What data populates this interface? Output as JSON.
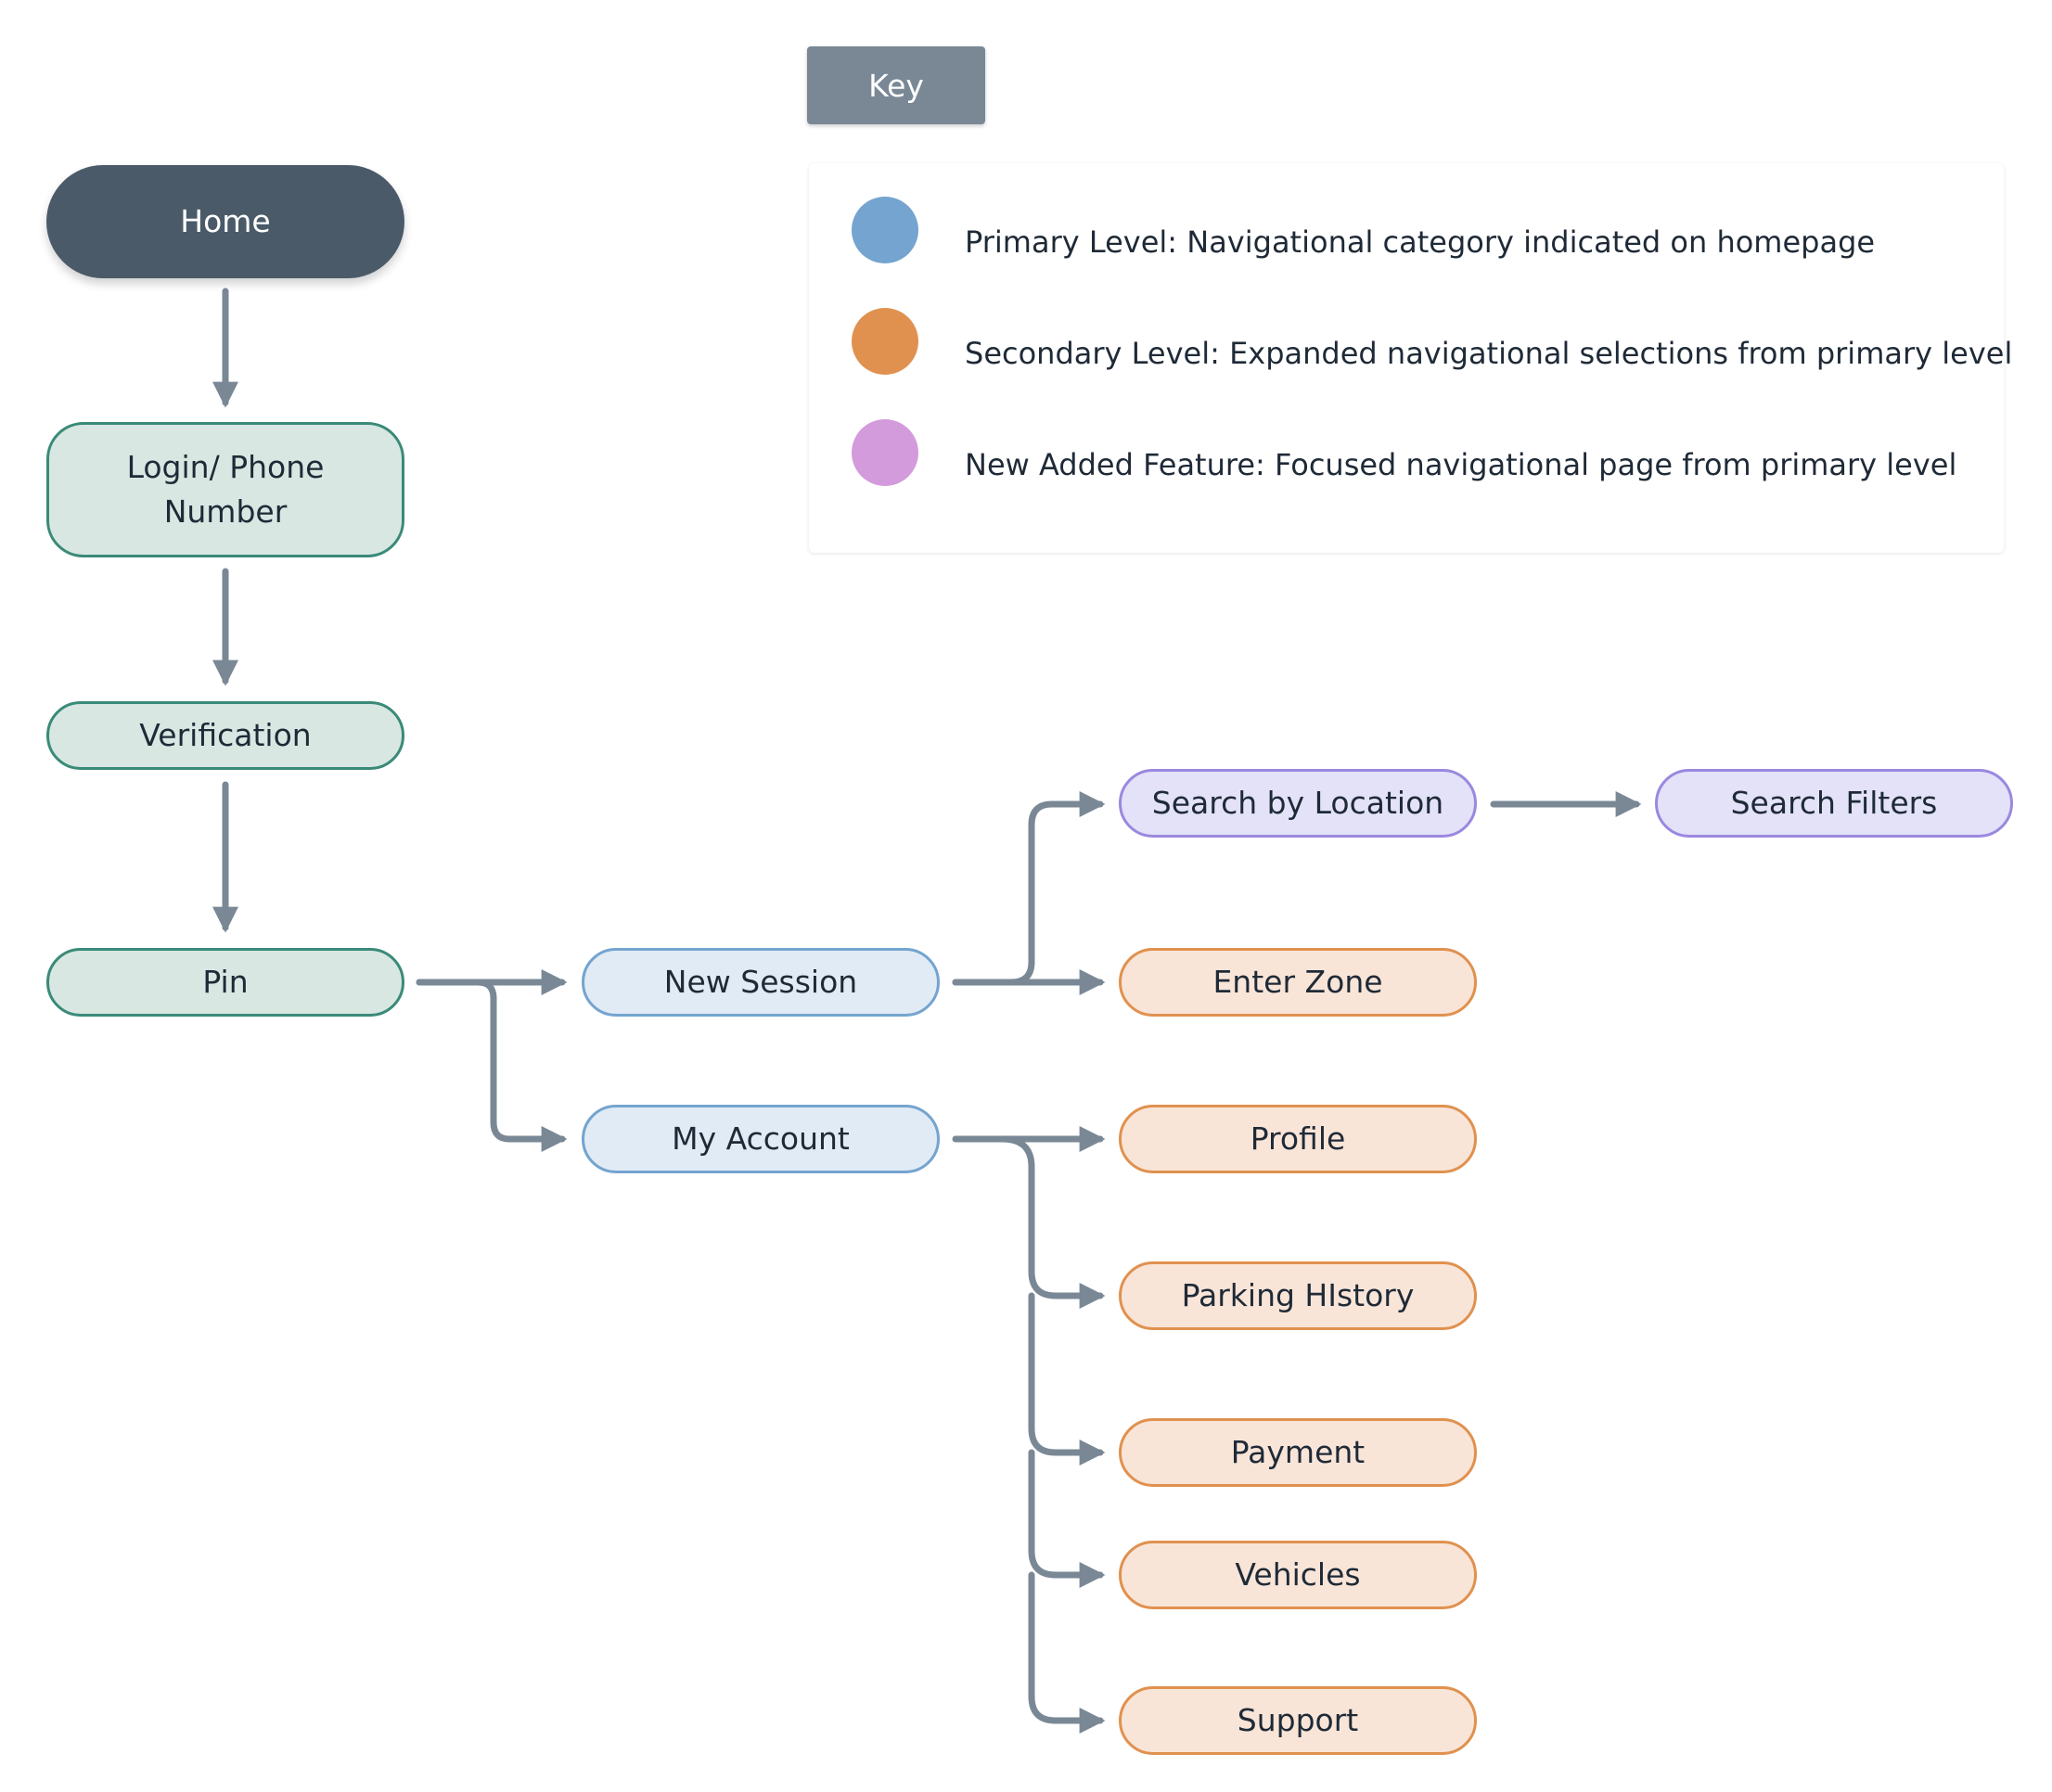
{
  "nodes": {
    "home": "Home",
    "login": "Login/ Phone Number",
    "verification": "Verification",
    "pin": "Pin",
    "new_session": "New Session",
    "my_account": "My Account",
    "search_by_location": "Search by Location",
    "search_filters": "Search Filters",
    "enter_zone": "Enter Zone",
    "profile": "Profile",
    "parking_history": "Parking HIstory",
    "payment": "Payment",
    "vehicles": "Vehicles",
    "support": "Support"
  },
  "key": {
    "title": "Key",
    "items": [
      {
        "color": "#74a4cf",
        "text": "Primary Level: Navigational category indicated on homepage"
      },
      {
        "color": "#e0914f",
        "text": "Secondary Level: Expanded navigational selections from primary level"
      },
      {
        "color": "#d39bdb",
        "text": "New Added Feature: Focused navigational page from primary level"
      }
    ]
  },
  "colors": {
    "connector": "#7a8896",
    "root": "#4a5a68",
    "start_fill": "#d8e7e2",
    "start_border": "#3a8a78",
    "primary_fill": "#e1ebf5",
    "primary_border": "#74a4cf",
    "secondary_fill": "#f9e5d8",
    "secondary_border": "#e0914f",
    "feature_fill": "#e3e2f8",
    "feature_border": "#9b88df"
  },
  "edges": [
    [
      "home",
      "login"
    ],
    [
      "login",
      "verification"
    ],
    [
      "verification",
      "pin"
    ],
    [
      "pin",
      "new_session"
    ],
    [
      "pin",
      "my_account"
    ],
    [
      "new_session",
      "search_by_location"
    ],
    [
      "new_session",
      "enter_zone"
    ],
    [
      "search_by_location",
      "search_filters"
    ],
    [
      "my_account",
      "profile"
    ],
    [
      "my_account",
      "parking_history"
    ],
    [
      "my_account",
      "payment"
    ],
    [
      "my_account",
      "vehicles"
    ],
    [
      "my_account",
      "support"
    ]
  ]
}
